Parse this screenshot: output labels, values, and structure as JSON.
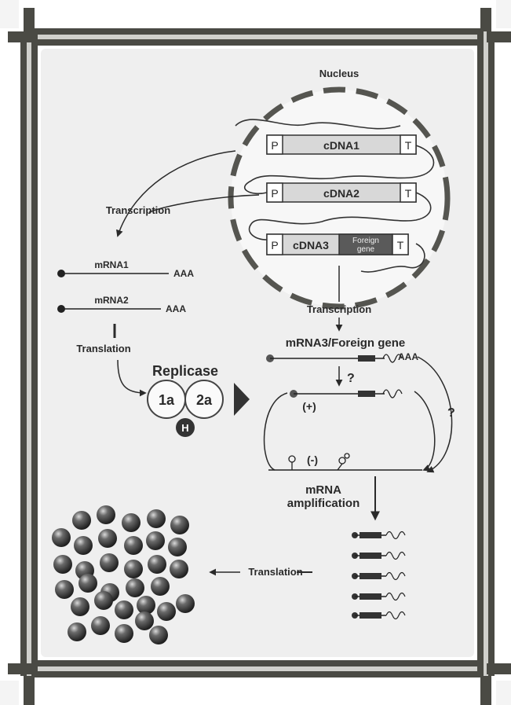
{
  "labels": {
    "nucleus": "Nucleus",
    "cdna1": "cDNA1",
    "cdna2": "cDNA2",
    "cdna3": "cDNA3",
    "foreign_gene_line1": "Foreign",
    "foreign_gene_line2": "gene",
    "promoter": "P",
    "terminator": "T",
    "transcription_left": "Transcription",
    "transcription_center": "Transcription",
    "mrna1": "mRNA1",
    "mrna2": "mRNA2",
    "poly_a": "AAA",
    "translation_left": "Translation",
    "replicase": "Replicase",
    "protein_1a": "1a",
    "protein_2a": "2a",
    "protein_h": "H",
    "mrna3_title": "mRNA3/Foreign gene",
    "question": "?",
    "plus_strand": "(+)",
    "minus_strand": "(-)",
    "mrna_amplification_line1": "mRNA",
    "mrna_amplification_line2": "amplification",
    "translation_bottom": "Translation"
  },
  "colors": {
    "cell_wall": "#4a4a44",
    "cell_wall_light": "#8a8a82",
    "cell_bg": "#ededed",
    "ink": "#2a2a2a",
    "box_fill": "#d8d8d8",
    "foreign_fill": "#5a5a5a",
    "protein_particle": "#3d3d3d"
  }
}
